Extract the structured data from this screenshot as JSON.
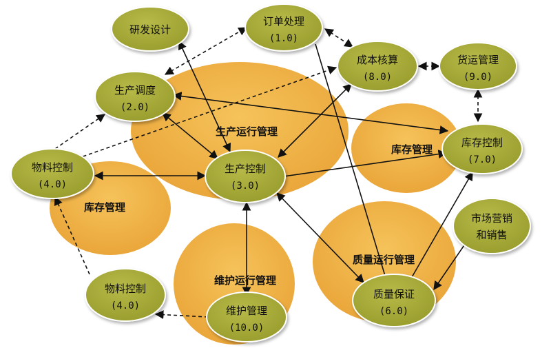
{
  "colors": {
    "zone_fill": "#f0b23e",
    "zone_stroke": "#e6a43a",
    "node_fill": "#a9ad36",
    "node_stroke": "#ffffff",
    "arrow": "#111111"
  },
  "zones": {
    "production_ops": "生产运行管理",
    "warehouse_right": "库存管理",
    "warehouse_left": "库存管理",
    "maintenance_ops": "维护运行管理",
    "quality_ops": "质量运行管理"
  },
  "nodes": {
    "rnd": {
      "name": "研发设计",
      "num": ""
    },
    "order": {
      "name": "订单处理",
      "num": "(1.0)"
    },
    "cost": {
      "name": "成本核算",
      "num": "(8.0)"
    },
    "freight": {
      "name": "货运管理",
      "num": "(9.0)"
    },
    "scheduling": {
      "name": "生产调度",
      "num": "(2.0)"
    },
    "inventory": {
      "name": "库存控制",
      "num": "(7.0)"
    },
    "material_top": {
      "name": "物料控制",
      "num": "(4.0)"
    },
    "prod_control": {
      "name": "生产控制",
      "num": "(3.0)"
    },
    "marketing": {
      "name": "市场营销",
      "name2": "和销售"
    },
    "material_bottom": {
      "name": "物料控制",
      "num": "(4.0)"
    },
    "maintenance": {
      "name": "维护管理",
      "num": "(10.0)"
    },
    "quality": {
      "name": "质量保证",
      "num": "(6.0)"
    }
  }
}
